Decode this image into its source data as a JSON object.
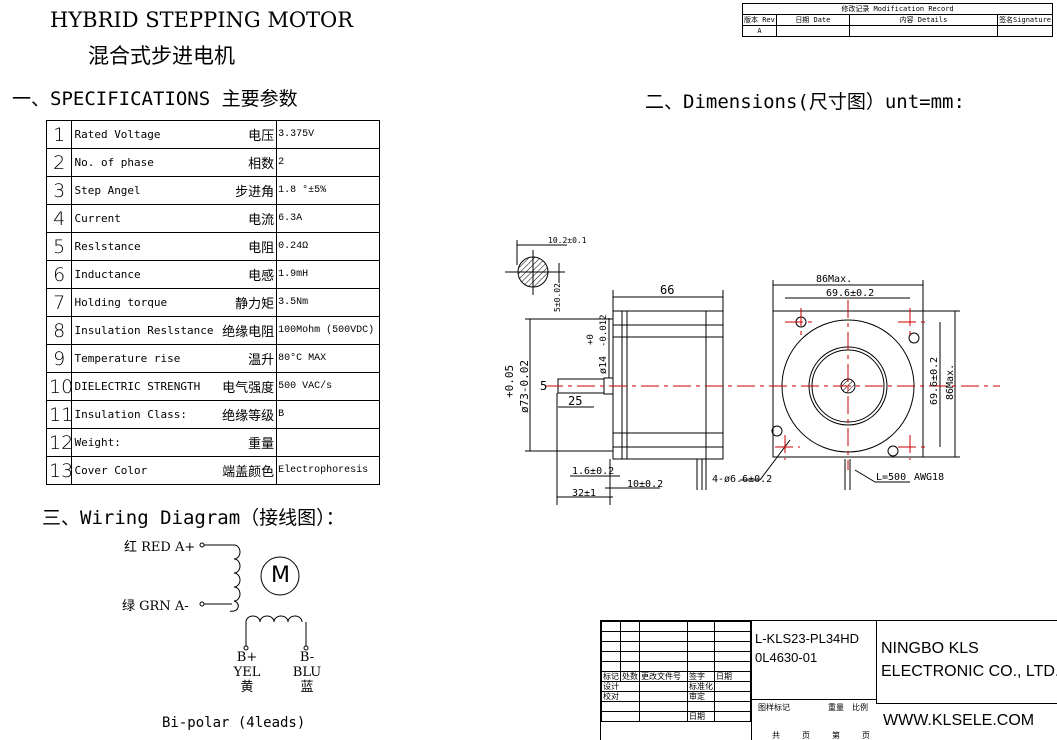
{
  "header": {
    "title_en": "HYBRID STEPPING MOTOR",
    "title_zh": "混合式步进电机"
  },
  "sections": {
    "specs": "一、SPECIFICATIONS 主要参数",
    "dimensions": "二、Dimensions(尺寸图）unt=mm:",
    "wiring": "三、Wiring Diagram（接线图）："
  },
  "modification_record": {
    "title": "修改记录 Modification Record",
    "headers": [
      "版本 Rev",
      "日期 Date",
      "内容 Details",
      "签名Signature"
    ],
    "rows": [
      [
        "A",
        "",
        "",
        ""
      ]
    ]
  },
  "specs": [
    {
      "n": "1",
      "en": "Rated Voltage",
      "zh": "电压",
      "value": "3.375V"
    },
    {
      "n": "2",
      "en": "No. of phase",
      "zh": "相数",
      "value": "2"
    },
    {
      "n": "3",
      "en": "Step Angel",
      "zh": "步进角",
      "value": "1.8 °±5%"
    },
    {
      "n": "4",
      "en": "Current",
      "zh": "电流",
      "value": "6.3A"
    },
    {
      "n": "5",
      "en": "Reslstance",
      "zh": "电阻",
      "value": "0.24Ω"
    },
    {
      "n": "6",
      "en": "Inductance",
      "zh": "电感",
      "value": "1.9mH"
    },
    {
      "n": "7",
      "en": "Holding torque",
      "zh": "静力矩",
      "value": "3.5Nm"
    },
    {
      "n": "8",
      "en": "Insulation Reslstance",
      "zh": "绝缘电阻",
      "value": "100Mohm (500VDC)"
    },
    {
      "n": "9",
      "en": "Temperature rise",
      "zh": "温升",
      "value": "80°C MAX"
    },
    {
      "n": "10",
      "en": "DIELECTRIC STRENGTH",
      "zh": "电气强度",
      "value": "500 VAC/s"
    },
    {
      "n": "11",
      "en": "Insulation Class:",
      "zh": "绝缘等级",
      "value": "B"
    },
    {
      "n": "12",
      "en": "Weight:",
      "zh": "重量",
      "value": ""
    },
    {
      "n": "13",
      "en": "Cover Color",
      "zh": "端盖颜色",
      "value": "Electrophoresis"
    }
  ],
  "dims": {
    "key_w": "10.2±0.1",
    "key_h": "5±0.02",
    "length": "66",
    "shaft_d": "ø14",
    "shaft_tol_top": "+0",
    "shaft_tol_bot": "-0.012",
    "boss_d": "ø73-0.02",
    "boss_tol": "+0.05",
    "key": "5",
    "shaft_len": "25",
    "d1": "1.6±0.2",
    "d2": "10±0.2",
    "d3": "32±1",
    "holes": "4-ø6.6±0.2",
    "w_max": "86Max.",
    "pitch": "69.6±0.2",
    "h_pitch": "69.6±0.2",
    "h_max": "86Max.",
    "lead": "L=500",
    "awg": "AWG18"
  },
  "wiring": {
    "a_plus": "红 RED A+",
    "a_minus": "绿 GRN A-",
    "motor": "M",
    "b_plus": "B+",
    "b_plus_color": "YEL",
    "b_plus_zh": "黄",
    "b_minus": "B-",
    "b_minus_color": "BLU",
    "b_minus_zh": "蓝",
    "caption": "Bi-polar (4leads)"
  },
  "title_block": {
    "part_no": "L-KLS23-PL34HD",
    "drawing_no": "0L4630-01",
    "company_line1": "NINGBO KLS",
    "company_line2": "ELECTRONIC CO., LTD.",
    "website": "WWW.KLSELE.COM",
    "rev_headers": [
      "标记",
      "处数",
      "更改文件号",
      "签字",
      "日期"
    ],
    "sign_labels": [
      "设计",
      "标准化",
      "校对",
      "审定",
      "",
      "日期"
    ],
    "mark_labels": [
      "图样标记",
      "重量",
      "比例"
    ],
    "sheet_labels": [
      "共",
      "页",
      "第",
      "页"
    ]
  }
}
